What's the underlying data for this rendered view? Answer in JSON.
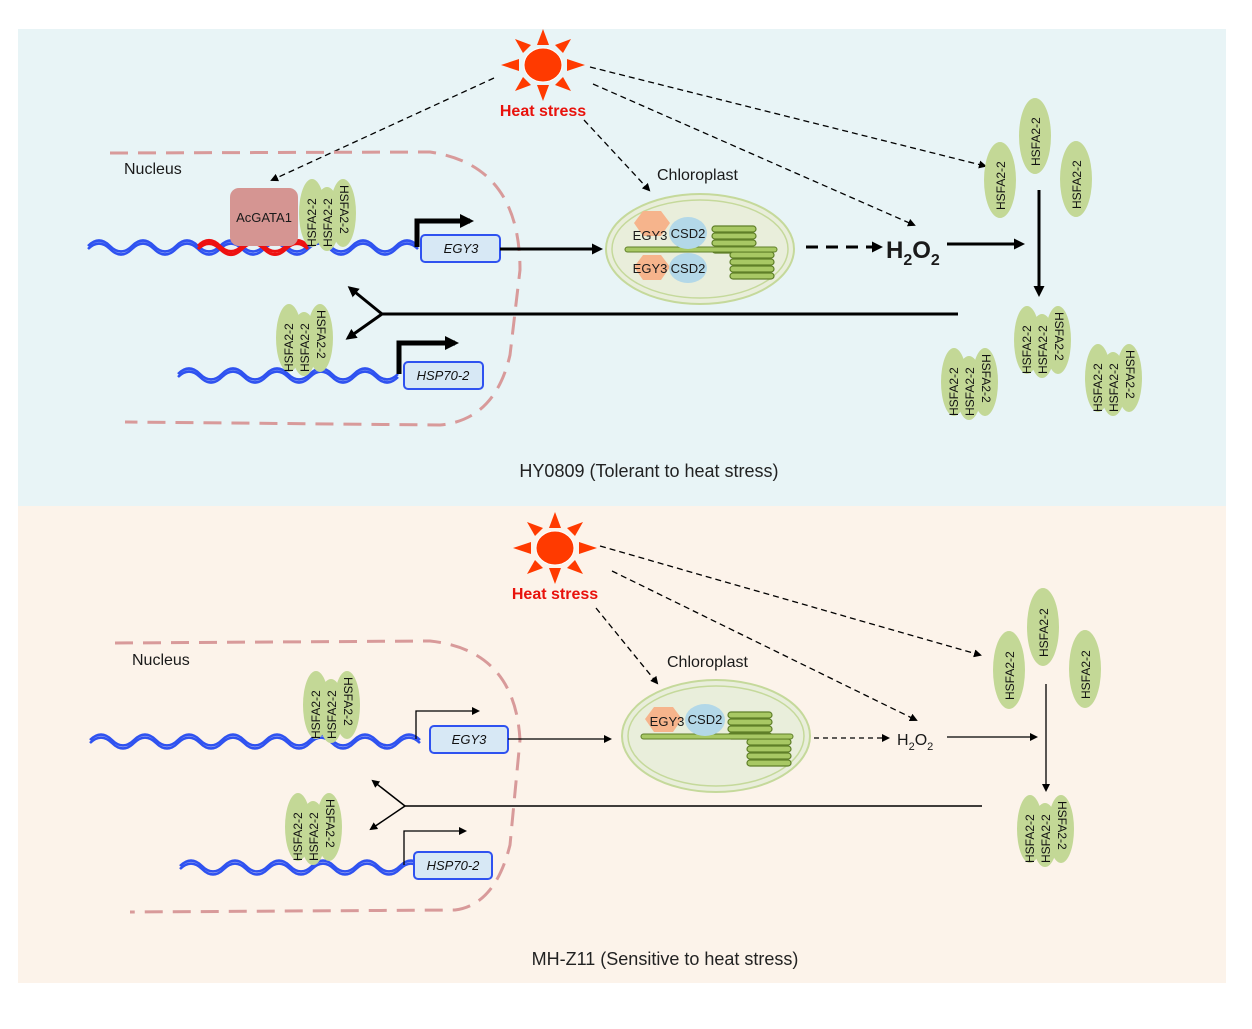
{
  "colors": {
    "top_panel_bg": "#e8f4f6",
    "bottom_panel_bg": "#fcf3ea",
    "heat_stress": "#e8120c",
    "sun": "#ff3a00",
    "dna": "#2f52f0",
    "dna_binding_site": "#ee1111",
    "nucleus_border": "#d89a9a",
    "hsfa": "#c3d896",
    "gata": "#d59592",
    "egy3_protein": "#f6b48c",
    "csd2_protein": "#b3d8e8",
    "gene_box": "#d7e8f5",
    "chloroplast": "#e9eedb"
  },
  "top_panel": {
    "heat_label": "Heat stress",
    "nucleus_label": "Nucleus",
    "chloroplast_label": "Chloroplast",
    "gata_label": "AcGATA1",
    "hsfa_label": "HSFA2-2",
    "egy3_gene": "EGY3",
    "hsp_gene": "HSP70-2",
    "egy3_protein": "EGY3",
    "csd2_protein": "CSD2",
    "h2o2_H": "H",
    "h2o2_2a": "2",
    "h2o2_O": "O",
    "h2o2_2b": "2",
    "caption": "HY0809 (Tolerant to heat stress)"
  },
  "bottom_panel": {
    "heat_label": "Heat stress",
    "nucleus_label": "Nucleus",
    "chloroplast_label": "Chloroplast",
    "hsfa_label": "HSFA2-2",
    "egy3_gene": "EGY3",
    "hsp_gene": "HSP70-2",
    "egy3_protein": "EGY3",
    "csd2_protein": "CSD2",
    "h2o2_H": "H",
    "h2o2_2a": "2",
    "h2o2_O": "O",
    "h2o2_2b": "2",
    "caption": "MH-Z11 (Sensitive to heat stress)"
  }
}
